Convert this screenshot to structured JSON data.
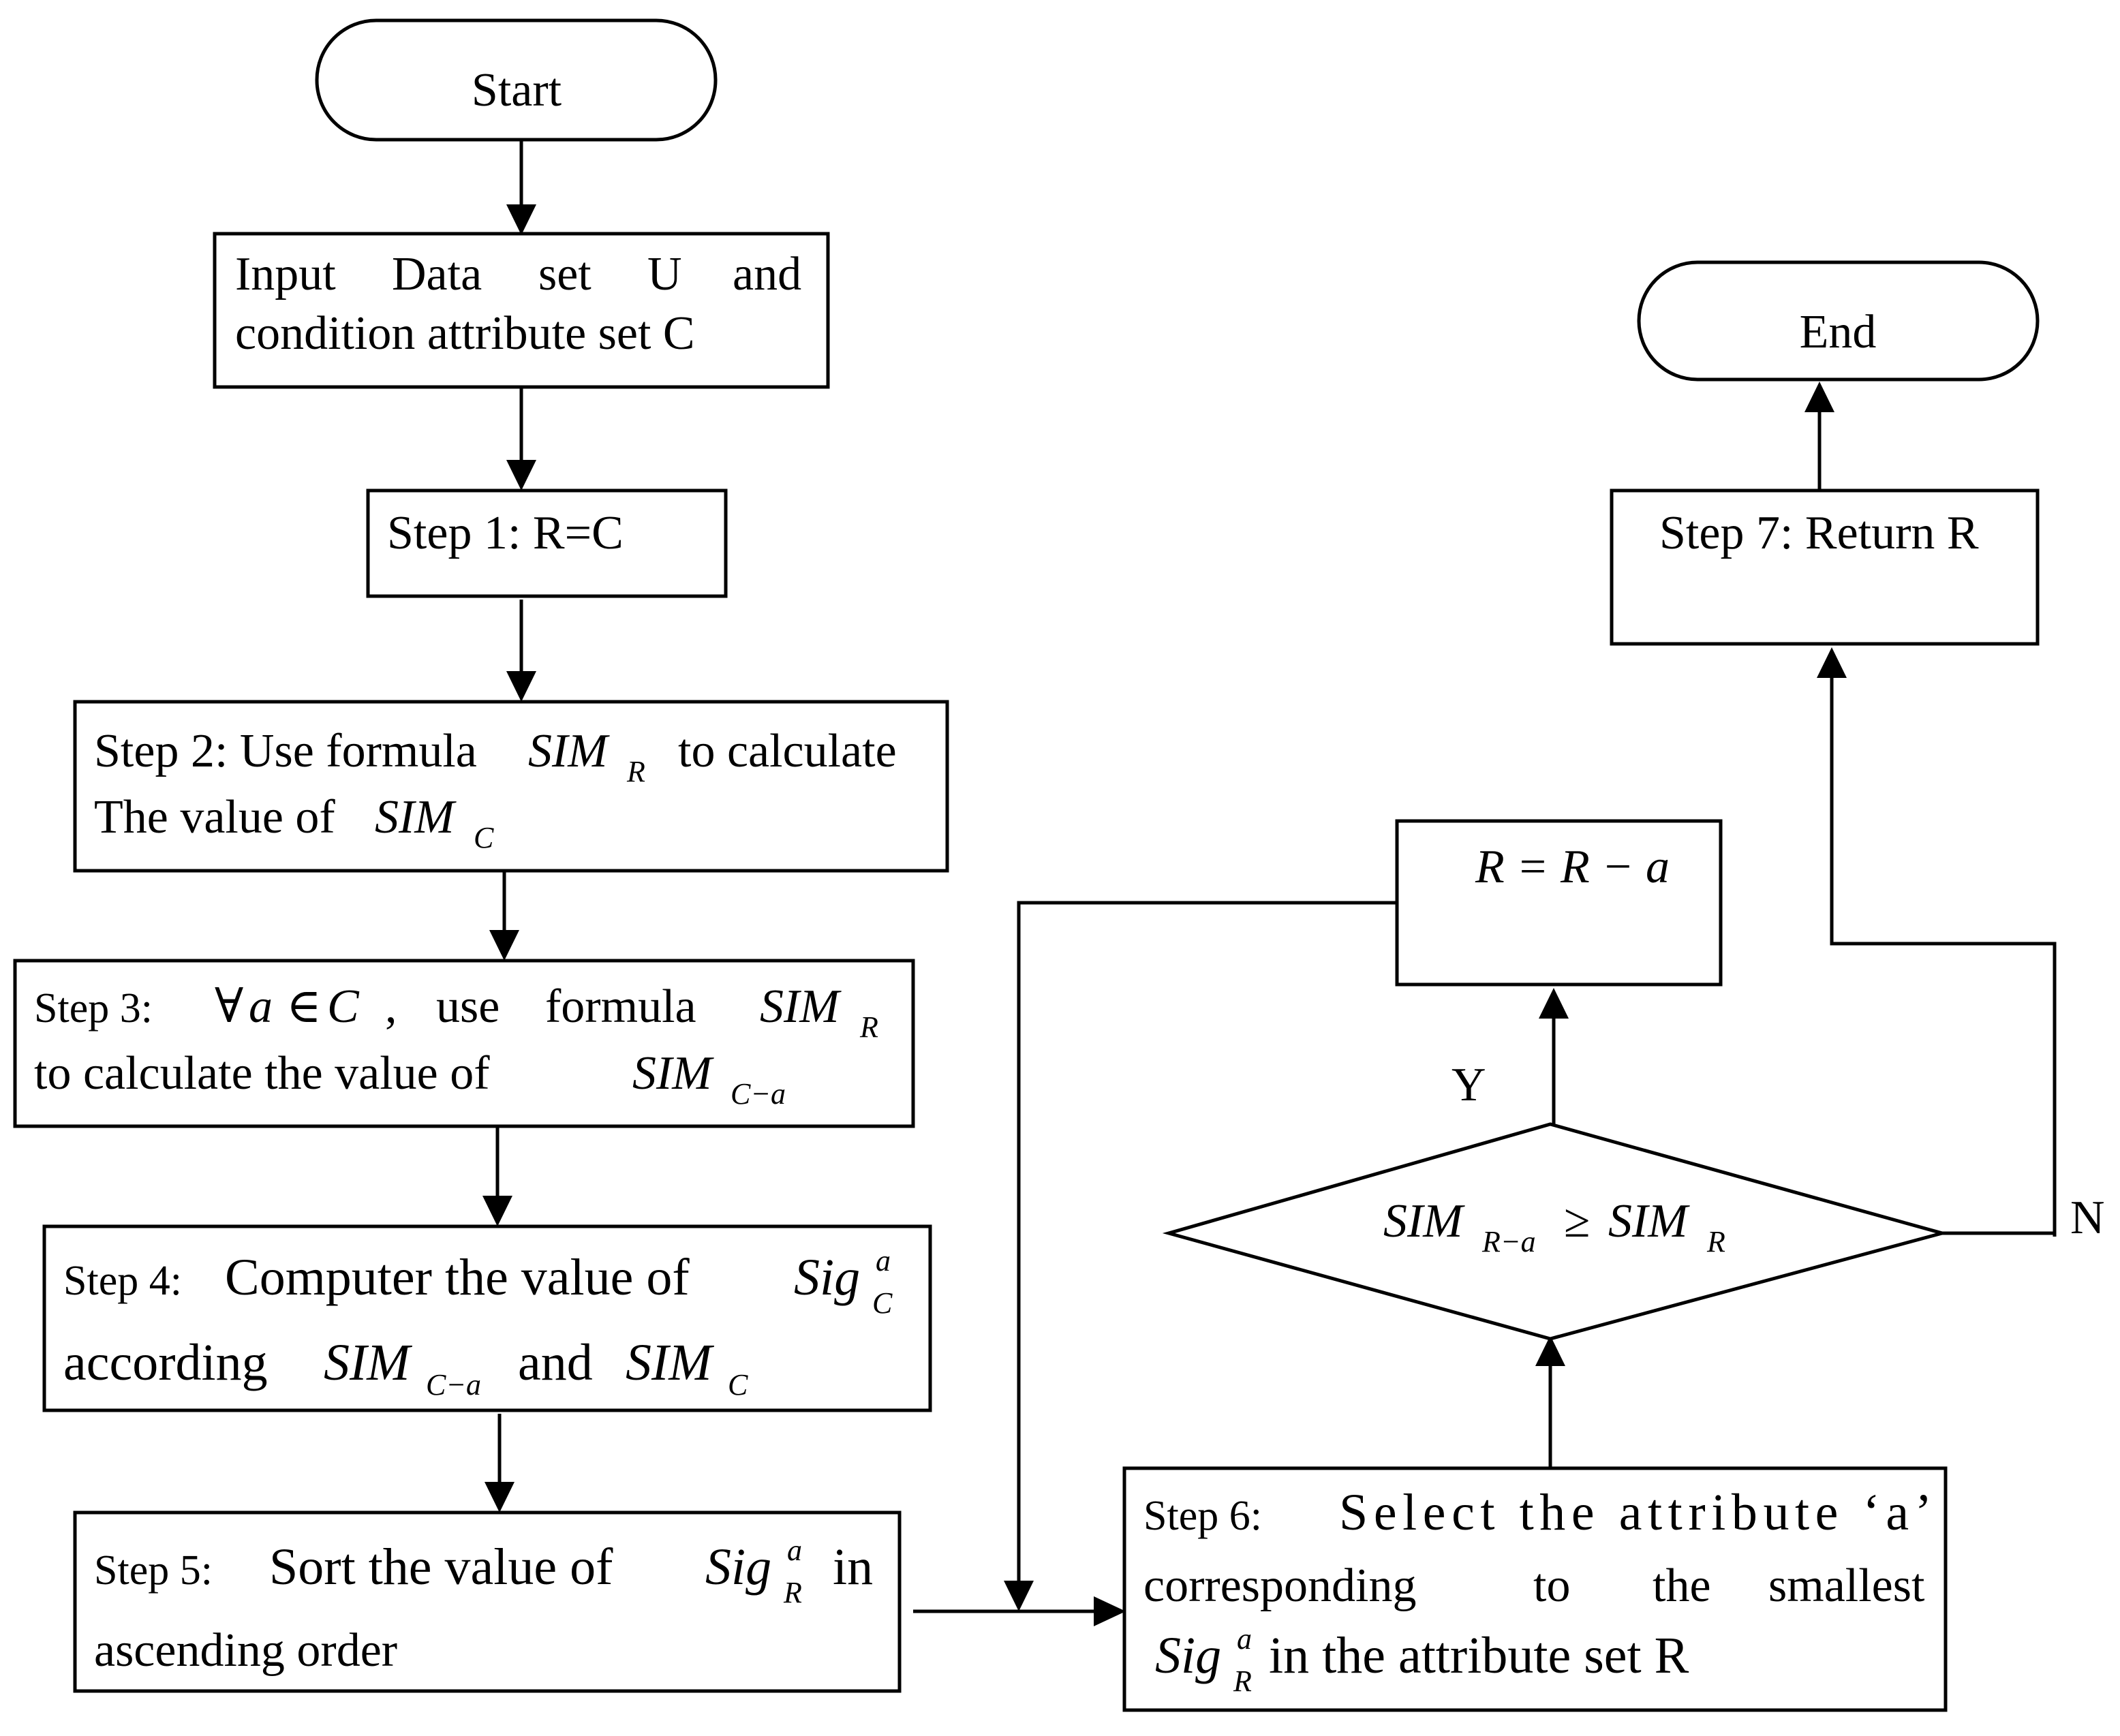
{
  "nodes": {
    "start": {
      "label": "Start"
    },
    "input": {
      "line1": [
        "Input",
        "Data",
        "set",
        "U",
        "and"
      ],
      "line2": "condition attribute set C"
    },
    "step1": {
      "label": "Step 1:  R=C"
    },
    "step2": {
      "prefix": "Step 2: Use formula",
      "sim": "SIM",
      "sub_r": "R",
      "suffix": "to calculate",
      "line2_prefix": "The value of",
      "sub_c": "C"
    },
    "step3": {
      "prefix": "Step 3:",
      "forall": "∀",
      "a": "a",
      "in": "∈",
      "c": "C",
      "comma": ",",
      "use": "use",
      "formula": "formula",
      "sim": "SIM",
      "sub_r": "R",
      "line2_prefix": "to calculate the value of",
      "sub_ca": "C−a"
    },
    "step4": {
      "prefix": "Step 4:",
      "text1": "Computer the value of",
      "sig": "Sig",
      "sup_a": "a",
      "sub_c": "C",
      "according": "according",
      "sim": "SIM",
      "sub_ca": "C−a",
      "and": "and",
      "sub_c2": "C"
    },
    "step5": {
      "prefix": "Step 5:",
      "text1": "Sort the value of",
      "sig": "Sig",
      "sup_a": "a",
      "sub_r": "R",
      "in": "in",
      "line2": "ascending order"
    },
    "step6": {
      "prefix": "Step 6:",
      "line1": "Select the attribute ‘a’",
      "line2": [
        "corresponding",
        "to",
        "the",
        "smallest"
      ],
      "sig": "Sig",
      "sup_a": "a",
      "sub_r": "R",
      "line3_suffix": "in the attribute set R"
    },
    "decision": {
      "sim": "SIM",
      "sub_ra": "R−a",
      "geq": "≥",
      "sub_r": "R"
    },
    "update": {
      "formula": "R = R − a"
    },
    "step7": {
      "label": "Step 7: Return R"
    },
    "end": {
      "label": "End"
    }
  },
  "branches": {
    "yes": "Y",
    "no": "N"
  }
}
